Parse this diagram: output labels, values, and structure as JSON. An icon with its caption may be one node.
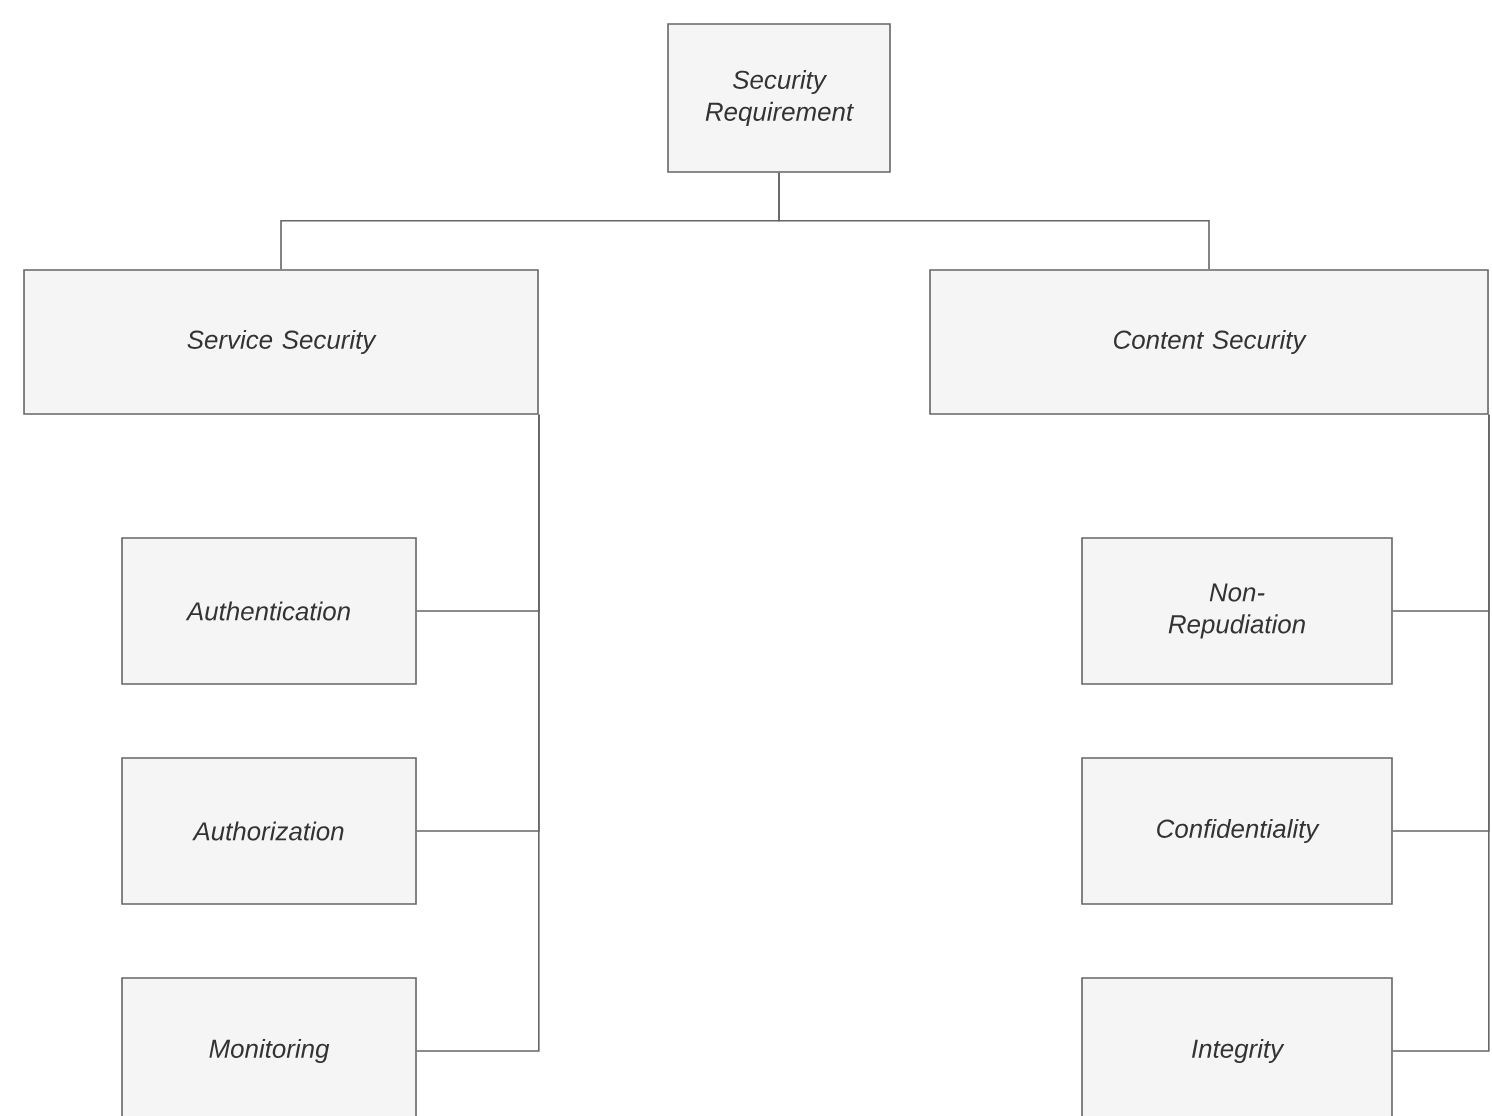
{
  "diagram": {
    "nodes": [
      {
        "text": [
          "Security Requirement"
        ]
      },
      {
        "text": [
          "Service Security"
        ]
      },
      {
        "text": [
          "Content Security"
        ]
      },
      {
        "text": [
          "Authentication"
        ]
      },
      {
        "text": [
          "Authorization"
        ]
      },
      {
        "text": [
          "Monitoring"
        ]
      },
      {
        "text": [
          "Non-Repudiation"
        ]
      },
      {
        "text": [
          "Confidentiality"
        ]
      },
      {
        "text": [
          "Integrity"
        ]
      }
    ],
    "edges": [
      {
        "from": 0,
        "to": 1,
        "arrow": "none"
      },
      {
        "from": 0,
        "to": 2,
        "arrow": "none"
      },
      {
        "from": 1,
        "to": 3,
        "arrow": "none"
      },
      {
        "from": 1,
        "to": 4,
        "arrow": "none"
      },
      {
        "from": 1,
        "to": 5,
        "arrow": "none"
      },
      {
        "from": 2,
        "to": 6,
        "arrow": "none"
      },
      {
        "from": 2,
        "to": 7,
        "arrow": "none"
      },
      {
        "from": 2,
        "to": 8,
        "arrow": "none"
      }
    ]
  }
}
